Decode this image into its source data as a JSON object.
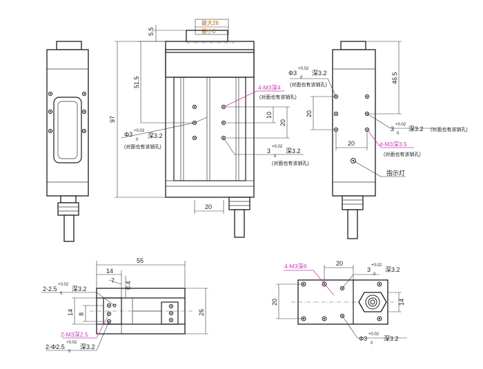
{
  "top_dim": {
    "max": "最大26",
    "min": "最小0"
  },
  "dims_front": {
    "d5_5": "5.5",
    "d51_5": "51.5",
    "d97": "97",
    "d20_bottom": "20",
    "d10": "10",
    "d20_v": "20"
  },
  "dims_right": {
    "d46_5": "46.5",
    "d20_v": "20",
    "d20_h": "20"
  },
  "dims_bottom_left": {
    "d55": "55",
    "d14_top": "14",
    "d7": "7",
    "d0_4": "0.4",
    "d14_v": "14",
    "d8": "8",
    "d26": "26"
  },
  "dims_bottom_right": {
    "d20": "20",
    "d20_v": "20",
    "d14": "14"
  },
  "notes": {
    "phi3_a": "Φ3",
    "tol_up": "+0.02",
    "tol_lo": "0",
    "depth3_2": "深3.2",
    "through_hole": "(对面也有该销孔)",
    "n3": "3",
    "m3x4": "4-M3深4",
    "m3x3_5": "4-M3深3.5",
    "indicator": "指示灯",
    "n2_2_5": "2-2.5",
    "m3x2_5": "2-M3深2.5",
    "n2_phi2_5": "2-Φ2.5",
    "m3x6": "4-M3深6"
  }
}
